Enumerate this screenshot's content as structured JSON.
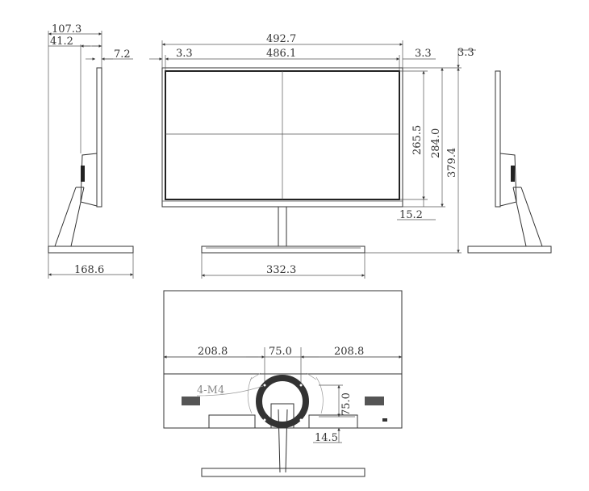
{
  "front_view": {
    "overall_width": "492.7",
    "bezel_left": "3.3",
    "screen_width": "486.1",
    "bezel_right": "3.3",
    "bezel_top": "3.3",
    "screen_height": "265.5",
    "panel_height": "284.0",
    "overall_height": "379.4",
    "bottom_bezel": "15.2",
    "base_width": "332.3"
  },
  "side_view": {
    "depth_overall": "107.3",
    "depth_stand": "41.2",
    "panel_thickness": "7.2",
    "base_depth": "168.6"
  },
  "back_view": {
    "left_offset": "208.8",
    "vesa_width": "75.0",
    "right_offset": "208.8",
    "screw_label": "4-M4",
    "vesa_height": "75.0",
    "bottom_offset": "14.5"
  },
  "colors": {
    "line": "#333333",
    "background": "#ffffff"
  }
}
